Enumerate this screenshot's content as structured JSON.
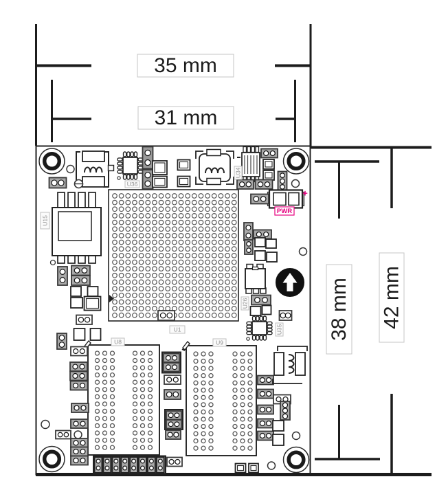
{
  "diagram": {
    "kind": "pcb-mechanical-dimension-drawing",
    "dimensions": {
      "board_width": "35 mm",
      "hole_spacing_x": "31 mm",
      "hole_spacing_y": "38 mm",
      "board_height": "42 mm"
    },
    "refdes": {
      "u1": "U1",
      "u8": "U8",
      "u9": "U9",
      "u15": "U15",
      "u26": "U26",
      "u34": "U34",
      "u35": "U35",
      "u36": "U36"
    },
    "silkscreen": {
      "pwr": "PWR",
      "power_plus": "+"
    },
    "colors": {
      "line": "#222222",
      "dim_line": "#1c1c1c",
      "connector_fill": "#a9a9a9",
      "connector_dark": "#383838",
      "label_text": "#8f8f8f",
      "label_border": "#bfbfbf",
      "magenta": "#e6007e",
      "marker_black": "#111111"
    }
  }
}
